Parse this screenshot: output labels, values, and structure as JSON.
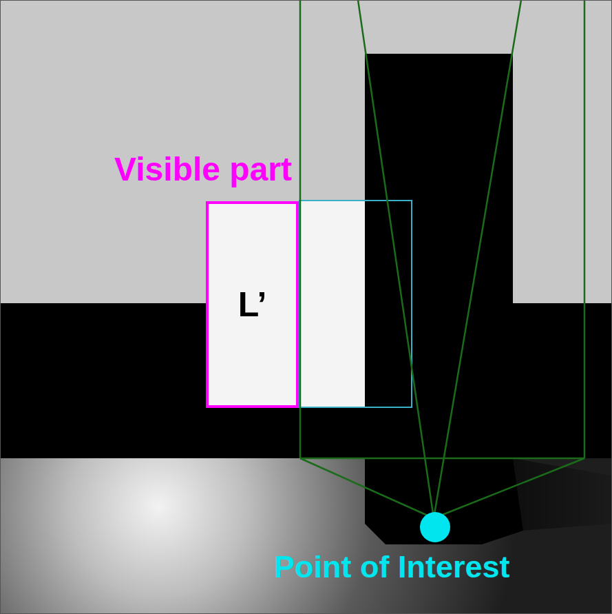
{
  "diagram": {
    "nodes": [
      {
        "text": [
          "Visible part",
          "L’"
        ]
      }
    ],
    "labels": [
      "Point of Interest"
    ]
  }
}
